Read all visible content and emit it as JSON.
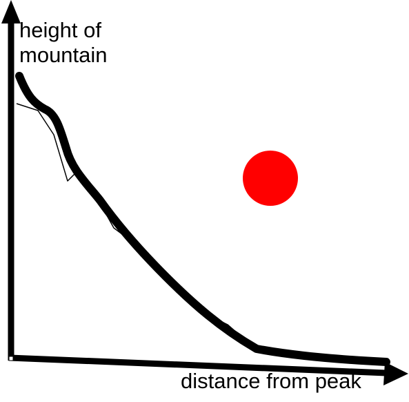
{
  "diagram": {
    "y_axis_label_line1": "height of",
    "y_axis_label_line2": "mountain",
    "x_axis_label": "distance from peak",
    "colors": {
      "ink": "#000000",
      "marker": "#ff0000",
      "background": "#ffffff"
    }
  }
}
